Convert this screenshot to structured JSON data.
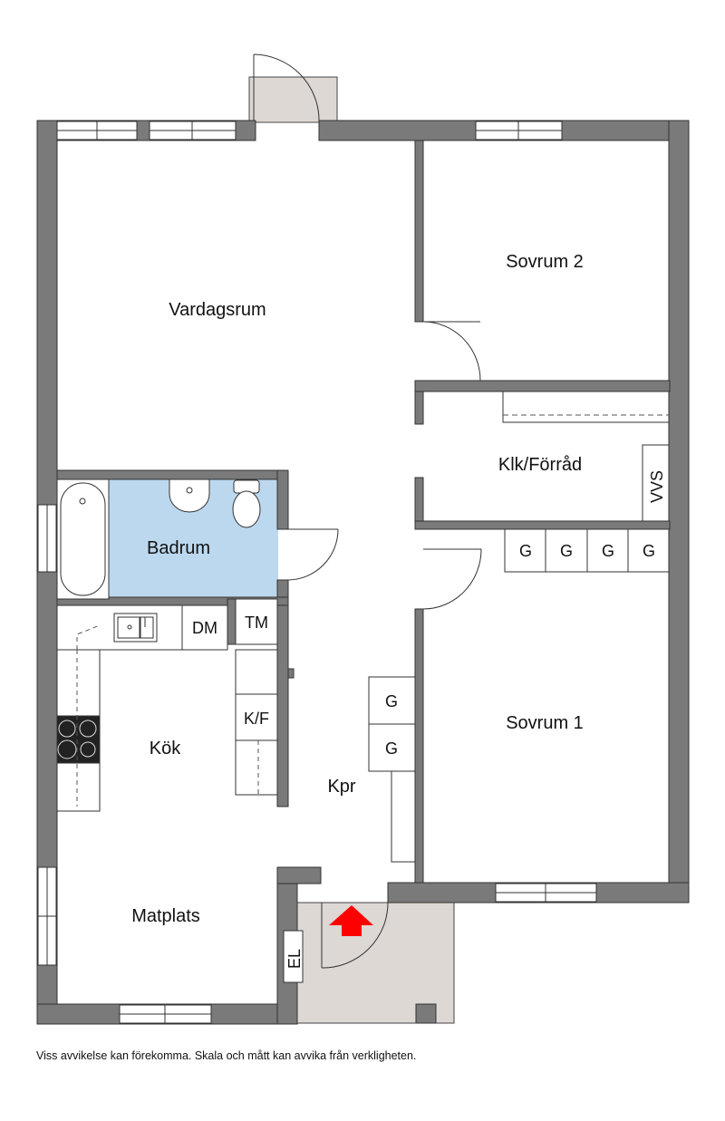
{
  "rooms": {
    "living_room": "Vardagsrum",
    "bedroom_2": "Sovrum 2",
    "closet_storage": "Klk/Förråd",
    "bathroom": "Badrum",
    "bedroom_1": "Sovrum 1",
    "kitchen": "Kök",
    "hallway": "Kpr",
    "dining": "Matplats"
  },
  "fixtures": {
    "vvs": "VVS",
    "dishwasher": "DM",
    "washing_machine": "TM",
    "fridge_freezer": "K/F",
    "electrical": "EL",
    "wardrobe_bedroom2_1": "G",
    "wardrobe_bedroom2_2": "G",
    "wardrobe_bedroom2_3": "G",
    "wardrobe_bedroom2_4": "G",
    "wardrobe_hall_1": "G",
    "wardrobe_hall_2": "G"
  },
  "colors": {
    "wall": "#7a7a7a",
    "bathroom": "#bcd8ef",
    "balcony": "#ddd8d4",
    "entrance_arrow": "#ff0000"
  },
  "disclaimer": "Viss avvikelse kan förekomma. Skala och mått kan avvika från verkligheten."
}
